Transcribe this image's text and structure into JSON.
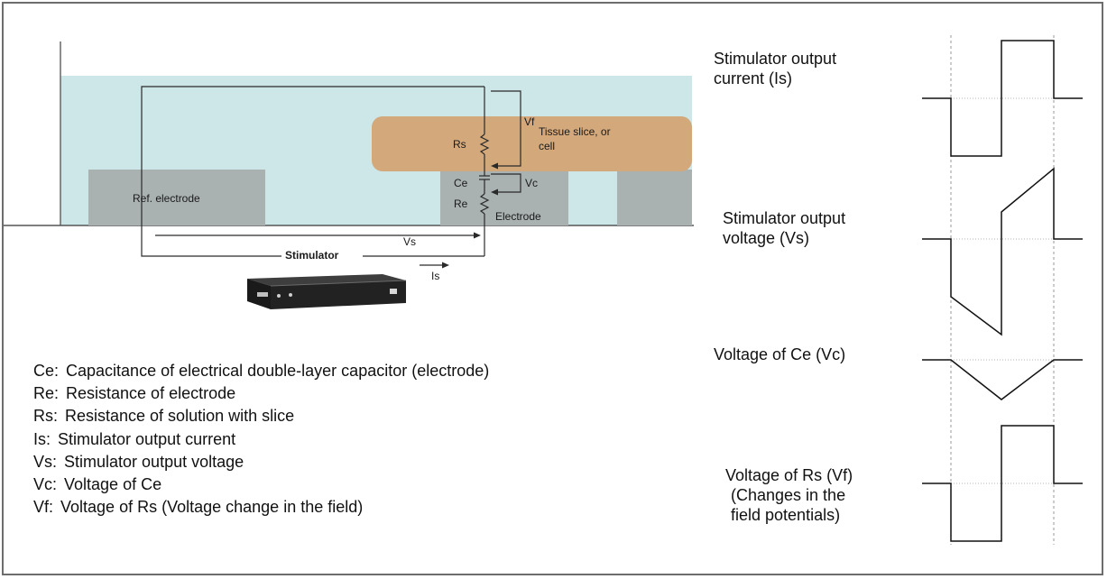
{
  "diagram": {
    "labels": {
      "vf": "Vf",
      "tissue": [
        "Tissue slice, or",
        "cell"
      ],
      "rs": "Rs",
      "ce": "Ce",
      "vc": "Vc",
      "re": "Re",
      "electrode": "Electrode",
      "ref_electrode": "Ref. electrode",
      "vs": "Vs",
      "stimulator": "Stimulator",
      "is": "Is"
    }
  },
  "legend": [
    {
      "abbr": "Ce:",
      "text": "Capacitance of electrical double-layer capacitor (electrode)"
    },
    {
      "abbr": "Re:",
      "text": "Resistance of electrode"
    },
    {
      "abbr": "Rs:",
      "text": "Resistance of solution with slice"
    },
    {
      "abbr": "Is:",
      "text": "Stimulator output current"
    },
    {
      "abbr": "Vs:",
      "text": "Stimulator output voltage"
    },
    {
      "abbr": "Vc:",
      "text": "Voltage of Ce"
    },
    {
      "abbr": "Vf:",
      "text": "Voltage of Rs (Voltage change in the field)"
    }
  ],
  "waveforms": [
    {
      "label_lines": [
        "Stimulator output",
        "current (Is)"
      ],
      "shape": "biphasic-square"
    },
    {
      "label_lines": [
        "Stimulator output",
        "voltage (Vs)"
      ],
      "shape": "biphasic-ramp"
    },
    {
      "label_lines": [
        "Voltage of Ce (Vc)"
      ],
      "shape": "triangle"
    },
    {
      "label_lines": [
        "Voltage of Rs (Vf)",
        "(Changes in the",
        "field potentials)"
      ],
      "shape": "biphasic-square"
    }
  ],
  "colors": {
    "solution": "#cde7e9",
    "tissue": "#d3a87b",
    "electrode_block": "#a9b1b1",
    "line": "#2a2a2a",
    "dashed": "#9a9a9a"
  }
}
